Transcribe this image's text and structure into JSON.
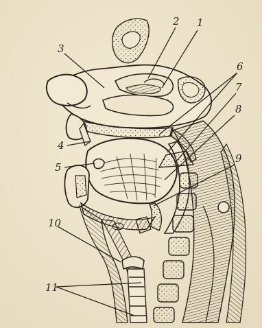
{
  "figure": {
    "labels": [
      "1",
      "2",
      "3",
      "4",
      "5",
      "6",
      "7",
      "8",
      "9",
      "10",
      "11"
    ]
  },
  "colors": {
    "paper": "#f0e7d0",
    "ink": "#2a241c",
    "stipple": "#6b5f4c"
  }
}
